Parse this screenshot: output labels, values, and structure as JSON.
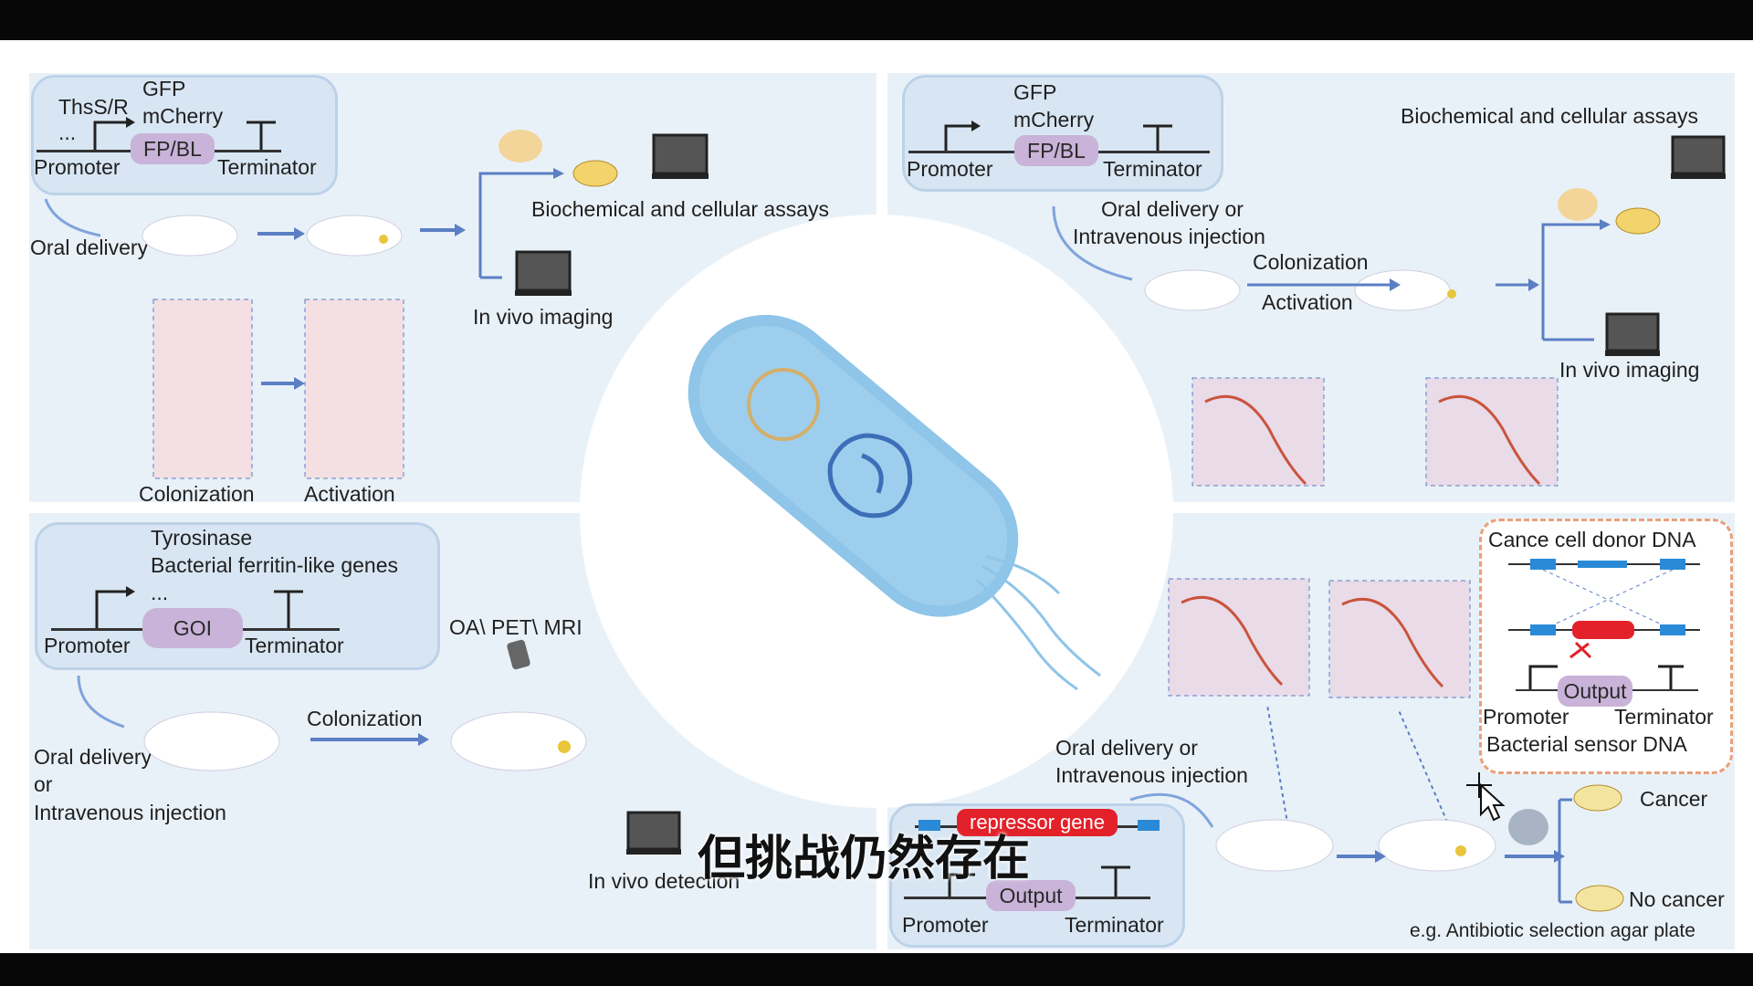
{
  "colors": {
    "panel": "#e9f1f8",
    "box": "#d8e6f3",
    "fp_pill": "#c9b3d8",
    "repressor": "#e3212a",
    "bacterium": "#8ec5e8",
    "arrow": "#5b7fc4"
  },
  "panel_tl": {
    "genes": [
      "ThsS/R",
      "...",
      "GFP",
      "mCherry"
    ],
    "promoter": "Promoter",
    "fp": "FP/BL",
    "terminator": "Terminator",
    "oral": "Oral delivery",
    "assays": "Biochemical and cellular assays",
    "imaging": "In vivo imaging",
    "colonization": "Colonization",
    "activation": "Activation"
  },
  "panel_tr": {
    "genes": [
      "GFP",
      "mCherry"
    ],
    "promoter": "Promoter",
    "fp": "FP/BL",
    "terminator": "Terminator",
    "assays": "Biochemical and cellular assays",
    "delivery1": "Oral delivery or",
    "delivery2": "Intravenous injection",
    "colonization": "Colonization",
    "activation": "Activation",
    "imaging": "In vivo imaging"
  },
  "panel_bl": {
    "genes": [
      "Tyrosinase",
      "Bacterial ferritin-like genes",
      "..."
    ],
    "promoter": "Promoter",
    "goi": "GOI",
    "terminator": "Terminator",
    "modality": "OA\\ PET\\ MRI",
    "colonization": "Colonization",
    "delivery1": "Oral delivery",
    "delivery2": "or",
    "delivery3": "Intravenous injection",
    "detection": "In vivo detection"
  },
  "panel_br": {
    "donor": "Cance cell donor DNA",
    "output": "Output",
    "promoter": "Promoter",
    "terminator": "Terminator",
    "sensor": "Bacterial sensor DNA",
    "delivery1": "Oral delivery or",
    "delivery2": "Intravenous injection",
    "repressor": "repressor gene",
    "output2": "Output",
    "promoter2": "Promoter",
    "terminator2": "Terminator",
    "cancer": "Cancer",
    "no_cancer": "No cancer",
    "plate": "e.g. Antibiotic selection agar plate"
  },
  "subtitle": "但挑战仍然存在"
}
